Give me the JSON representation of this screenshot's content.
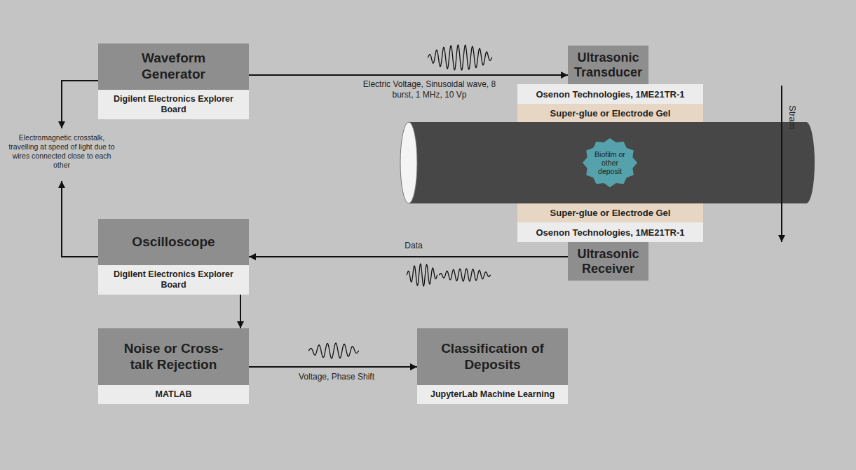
{
  "diagram": {
    "nodes": [
      {
        "text": [
          "Waveform Generator",
          "Digilent Electronics Explorer Board"
        ]
      },
      {
        "text": [
          "Ultrasonic Transducer"
        ]
      },
      {
        "text": [
          "Osenon Technologies, 1ME21TR-1"
        ]
      },
      {
        "text": [
          "Super-glue or Electrode Gel"
        ]
      },
      {
        "text": [
          "Biofilm or other deposit"
        ]
      },
      {
        "text": [
          "Super-glue or Electrode Gel"
        ]
      },
      {
        "text": [
          "Osenon Technologies, 1ME21TR-1"
        ]
      },
      {
        "text": [
          "Ultrasonic Receiver"
        ]
      },
      {
        "text": [
          "Oscilloscope",
          "Digilent Electronics Explorer Board"
        ]
      },
      {
        "text": [
          "Noise or Cross-talk Rejection",
          "MATLAB"
        ]
      },
      {
        "text": [
          "Classification of Deposits",
          "JupyterLab Machine Learning"
        ]
      }
    ],
    "edges": [
      {
        "from": 0,
        "to": 1,
        "arrow": "to",
        "label": "Electric Voltage, Sinusoidal wave, 8 burst, 1 MHz, 10 Vp"
      },
      {
        "from": 7,
        "to": 8,
        "arrow": "to",
        "label": "Data"
      },
      {
        "from": 8,
        "to": 9,
        "arrow": "to"
      },
      {
        "from": 9,
        "to": 10,
        "arrow": "to",
        "label": "Voltage, Phase Shift"
      }
    ],
    "labels": [
      "Electromagnetic crosstalk, travelling at speed of light due to wires connected close to each other",
      "Strain"
    ]
  }
}
